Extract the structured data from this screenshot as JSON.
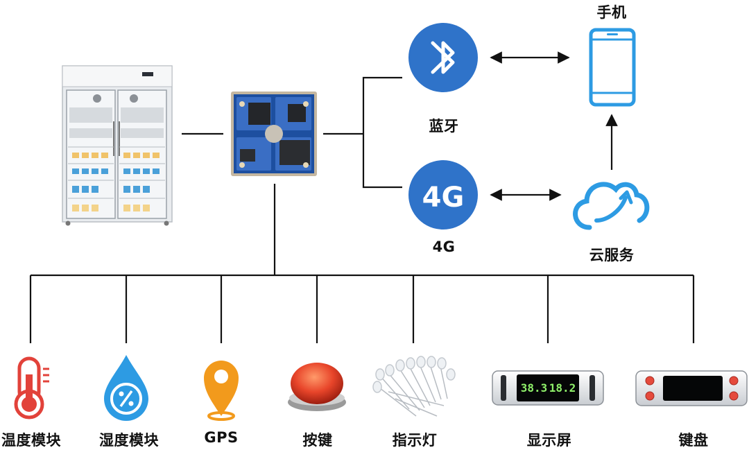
{
  "nodes": {
    "phone": {
      "label": "手机",
      "icon": "smartphone-icon"
    },
    "bluetooth": {
      "label": "蓝牙",
      "icon": "bluetooth-icon"
    },
    "fourg": {
      "label": "4G",
      "icon": "4g-icon",
      "badge": "4G"
    },
    "cloud": {
      "label": "云服务",
      "icon": "cloud-sync-icon"
    },
    "fridge": {
      "icon": "medicine-cabinet-icon"
    },
    "board": {
      "icon": "core-board-icon"
    }
  },
  "modules": [
    {
      "label": "温度模块",
      "icon": "thermometer-icon"
    },
    {
      "label": "湿度模块",
      "icon": "humidity-drop-icon"
    },
    {
      "label": "GPS",
      "icon": "gps-pin-icon"
    },
    {
      "label": "按键",
      "icon": "push-button-icon"
    },
    {
      "label": "指示灯",
      "icon": "led-indicator-icon"
    },
    {
      "label": "显示屏",
      "icon": "display-panel-icon",
      "readout_left": "38.3",
      "readout_right": "18.2"
    },
    {
      "label": "键盘",
      "icon": "keypad-panel-icon"
    }
  ],
  "colors": {
    "accent_blue": "#2f73c9",
    "sky_blue": "#2d9be3",
    "thermo_red": "#e2423a",
    "gps_orange": "#f29a1c",
    "button_red": "#e8452a",
    "line": "#111111"
  }
}
